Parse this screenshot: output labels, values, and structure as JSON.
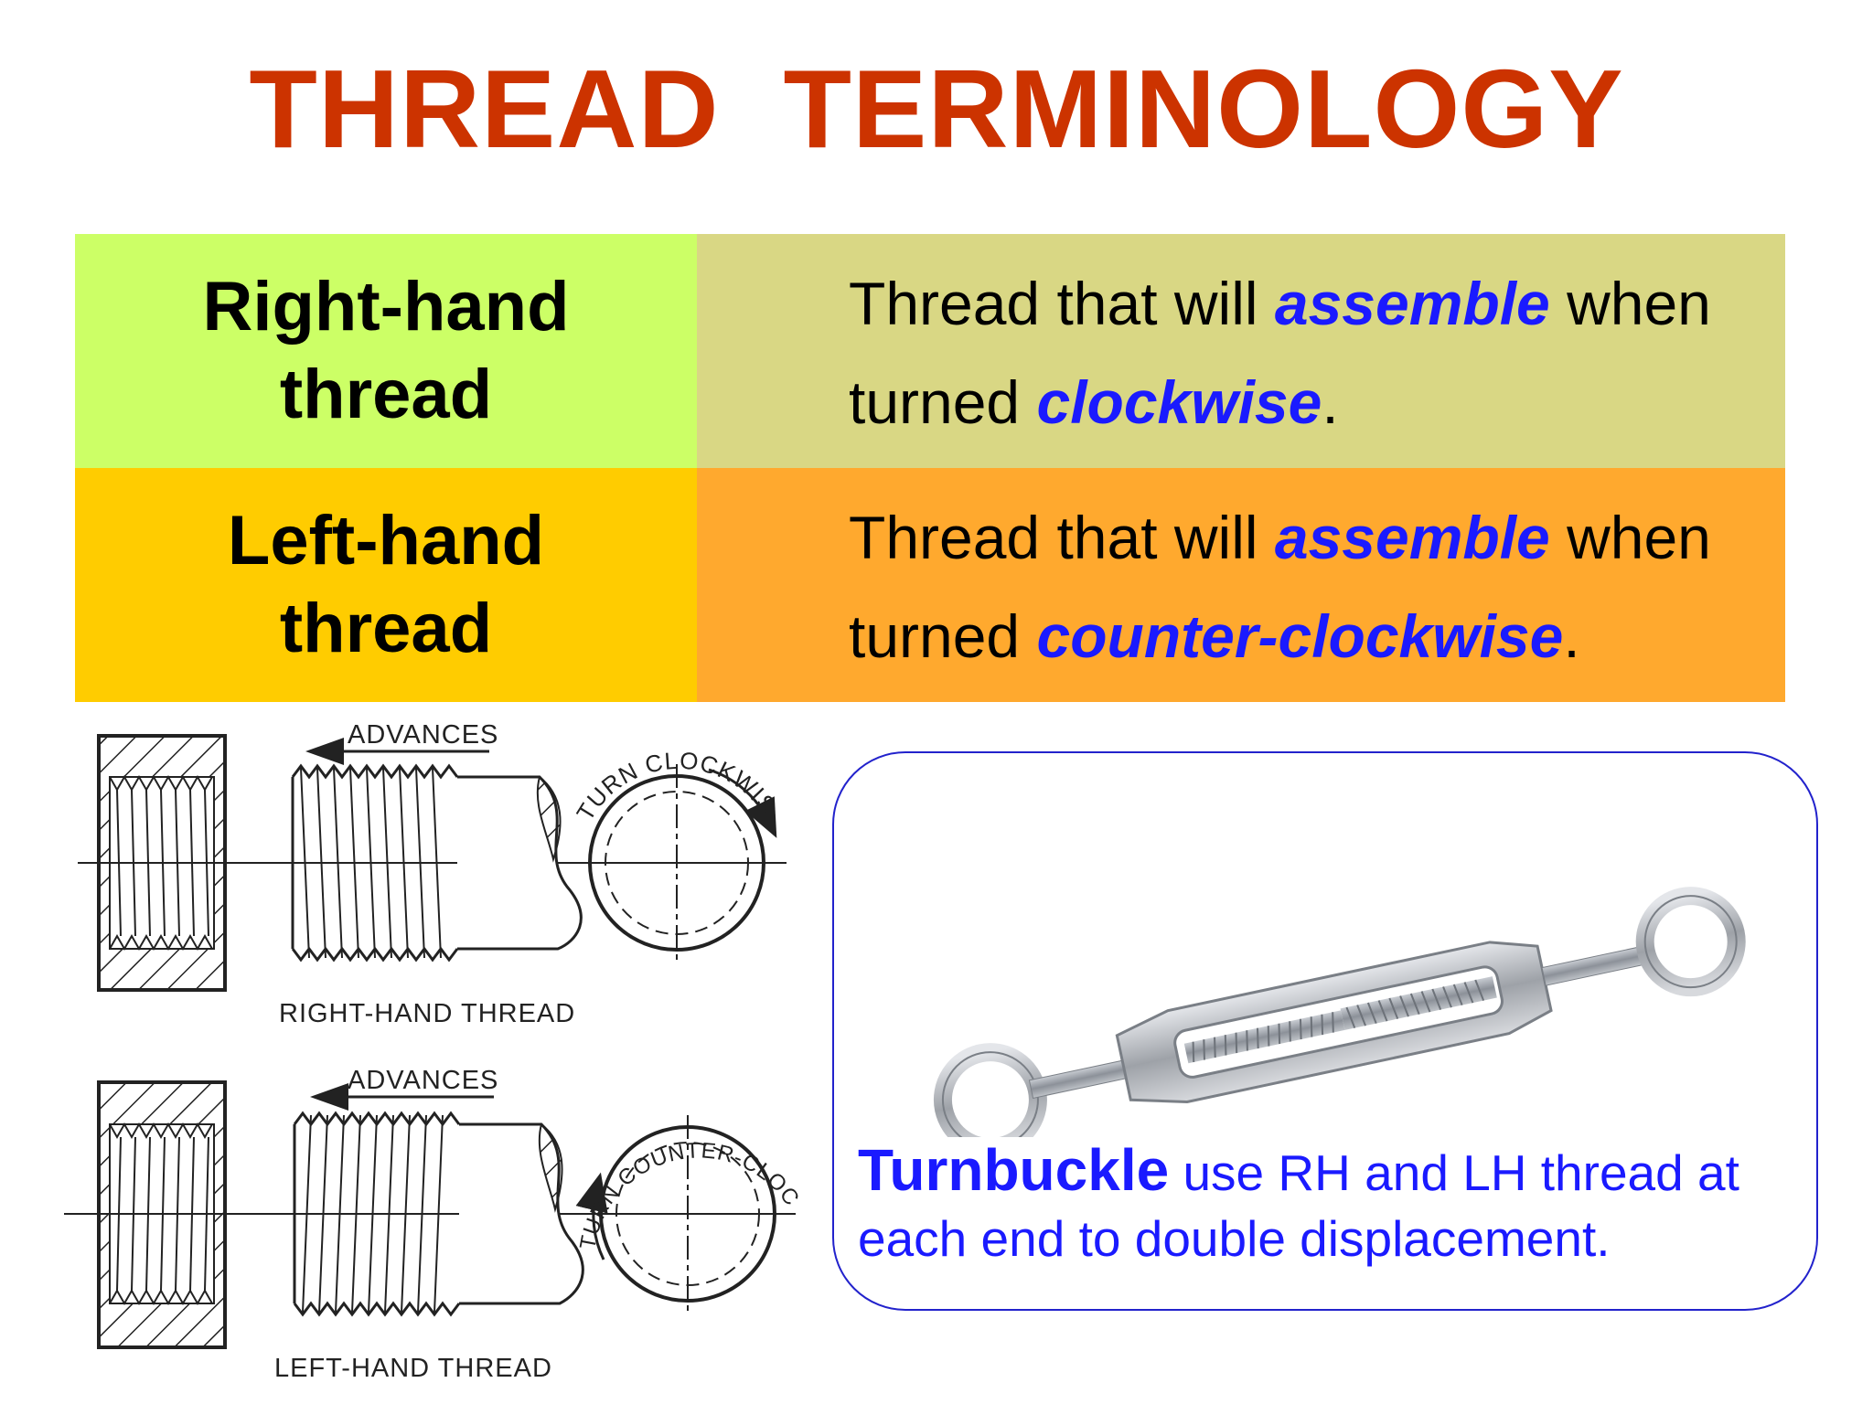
{
  "title_words": [
    "THREAD",
    "TERMINOLOGY"
  ],
  "rows": [
    {
      "term_lines": [
        "Right-hand",
        "thread"
      ],
      "def_prefix": "Thread that will",
      "def_kw1": "assemble",
      "def_mid": "when",
      "def_line2_prefix": "turned",
      "def_kw2": "clockwise",
      "def_end": "."
    },
    {
      "term_lines": [
        "Left-hand",
        "thread"
      ],
      "def_prefix": "Thread that will",
      "def_kw1": "assemble",
      "def_mid": "when",
      "def_line2_prefix": "turned",
      "def_kw2": "counter-clockwise",
      "def_end": "."
    }
  ],
  "diagrams": {
    "right": {
      "advances": "ADVANCES",
      "turn": "TURN CLOCKWISE",
      "caption": "RIGHT-HAND THREAD"
    },
    "left": {
      "advances": "ADVANCES",
      "turn": "TURN COUNTER-CLOCKWISE",
      "caption": "LEFT-HAND THREAD"
    }
  },
  "callout": {
    "strong": "Turnbuckle",
    "rest": "use RH and LH thread at each end to double displacement."
  },
  "colors": {
    "title": "#cc3300",
    "keyword": "#1a1aff",
    "rh_term_bg": "#ccff66",
    "rh_def_bg": "#d9d784",
    "lh_term_bg": "#ffcc00",
    "lh_def_bg": "#ffa92e",
    "callout_border": "#2222cc"
  }
}
